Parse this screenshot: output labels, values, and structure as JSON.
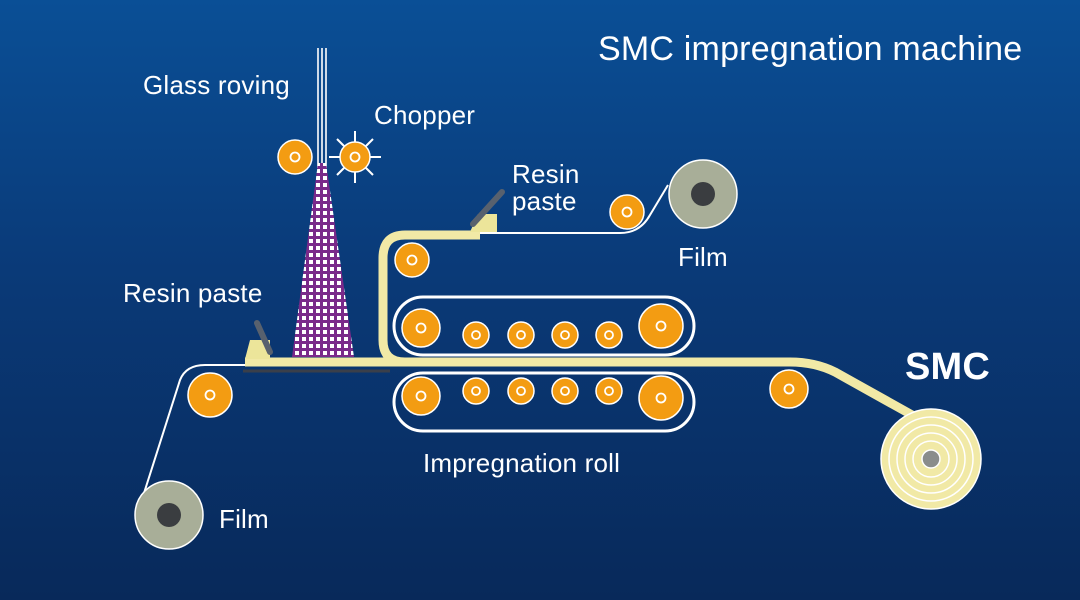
{
  "title": "SMC impregnation machine",
  "labels": {
    "glass_roving": "Glass roving",
    "chopper": "Chopper",
    "resin_paste_upper_line1": "Resin",
    "resin_paste_upper_line2": "paste",
    "resin_paste_left": "Resin paste",
    "film_upper": "Film",
    "film_lower": "Film",
    "smc": "SMC",
    "impregnation_roll": "Impregnation roll"
  },
  "colors": {
    "background_top": "#0a4f96",
    "background_bottom": "#08295a",
    "roller_orange": "#f39c12",
    "film_cream": "#f1e9a6",
    "resin_box": "#ece59a",
    "chopped_fiber": "#7a2a8a",
    "film_roll_grey": "#a8ae98",
    "text": "#ffffff"
  }
}
